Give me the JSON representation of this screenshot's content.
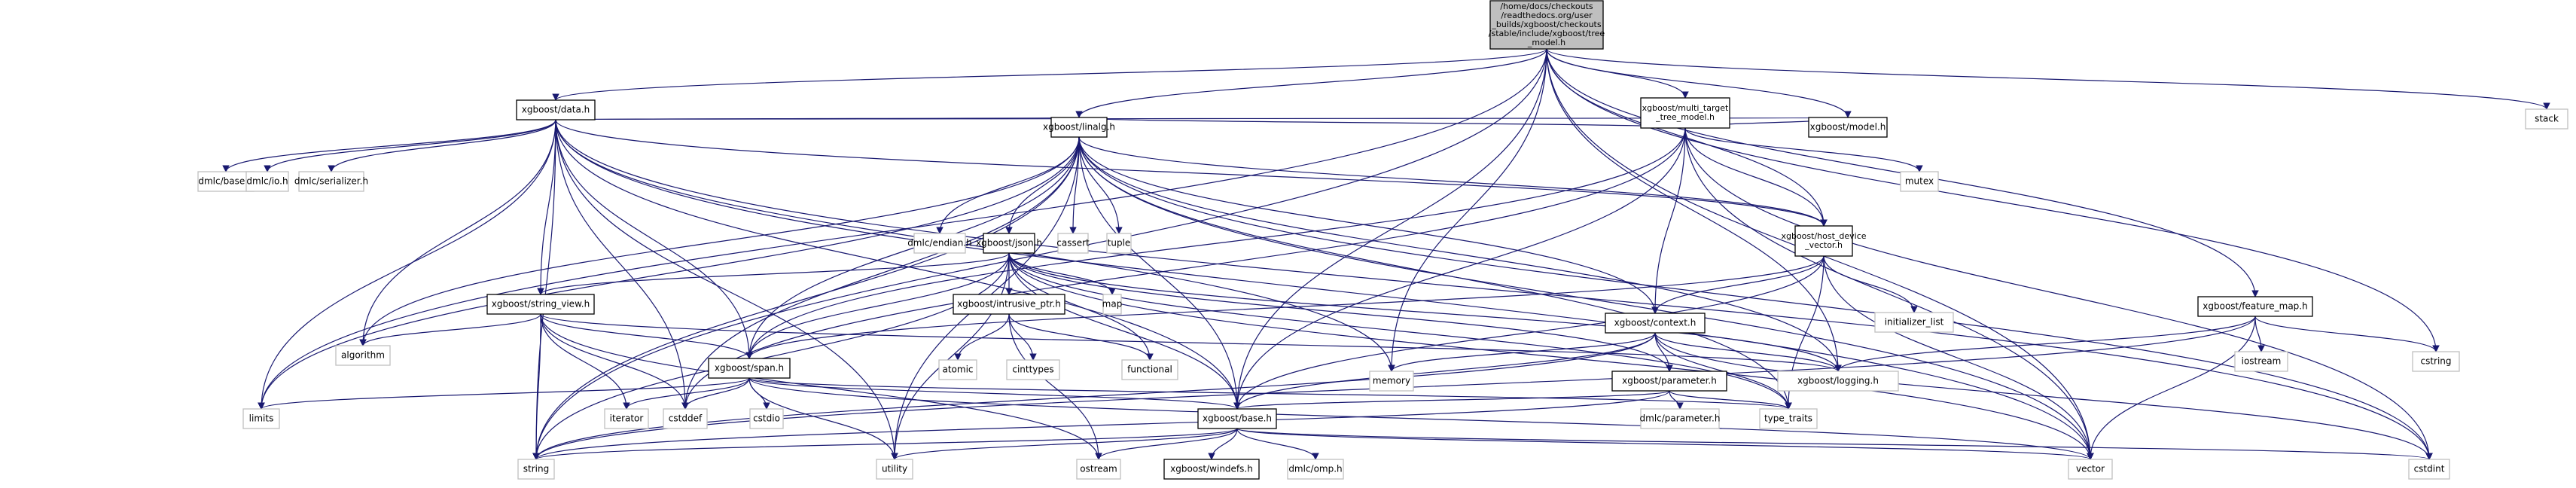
{
  "title": "xgboost/tree_model.h include dependency graph",
  "colors": {
    "edge": "#191970",
    "local_border": "#000000",
    "system_border": "#bfbfbf",
    "root_fill": "#bfbfbf"
  },
  "nodes": [
    {
      "id": "root",
      "label": [
        "/home/docs/checkouts",
        "/readthedocs.org/user",
        "_builds/xgboost/checkouts",
        "/stable/include/xgboost/tree",
        "_model.h"
      ],
      "kind": "root"
    },
    {
      "id": "data",
      "label": [
        "xgboost/data.h"
      ],
      "kind": "local"
    },
    {
      "id": "mttm",
      "label": [
        "xgboost/multi_target",
        "_tree_model.h"
      ],
      "kind": "local"
    },
    {
      "id": "stack",
      "label": [
        "stack"
      ],
      "kind": "system"
    },
    {
      "id": "dmlcbase",
      "label": [
        "dmlc/base.h"
      ],
      "kind": "system"
    },
    {
      "id": "dmlcio",
      "label": [
        "dmlc/io.h"
      ],
      "kind": "system"
    },
    {
      "id": "dmlcser",
      "label": [
        "dmlc/serializer.h"
      ],
      "kind": "system"
    },
    {
      "id": "linalg",
      "label": [
        "xgboost/linalg.h"
      ],
      "kind": "local"
    },
    {
      "id": "mutex",
      "label": [
        "mutex"
      ],
      "kind": "system"
    },
    {
      "id": "model",
      "label": [
        "xgboost/model.h"
      ],
      "kind": "local"
    },
    {
      "id": "endian",
      "label": [
        "dmlc/endian.h"
      ],
      "kind": "system"
    },
    {
      "id": "json",
      "label": [
        "xgboost/json.h"
      ],
      "kind": "local"
    },
    {
      "id": "cassert",
      "label": [
        "cassert"
      ],
      "kind": "system"
    },
    {
      "id": "tuple",
      "label": [
        "tuple"
      ],
      "kind": "system"
    },
    {
      "id": "hdv",
      "label": [
        "xgboost/host_device",
        "_vector.h"
      ],
      "kind": "local"
    },
    {
      "id": "strview",
      "label": [
        "xgboost/string_view.h"
      ],
      "kind": "local"
    },
    {
      "id": "intr",
      "label": [
        "xgboost/intrusive_ptr.h"
      ],
      "kind": "local"
    },
    {
      "id": "map",
      "label": [
        "map"
      ],
      "kind": "system"
    },
    {
      "id": "initlist",
      "label": [
        "initializer_list"
      ],
      "kind": "system"
    },
    {
      "id": "context",
      "label": [
        "xgboost/context.h"
      ],
      "kind": "local"
    },
    {
      "id": "featmap",
      "label": [
        "xgboost/feature_map.h"
      ],
      "kind": "local"
    },
    {
      "id": "algorithm",
      "label": [
        "algorithm"
      ],
      "kind": "system"
    },
    {
      "id": "span",
      "label": [
        "xgboost/span.h"
      ],
      "kind": "local"
    },
    {
      "id": "atomic",
      "label": [
        "atomic"
      ],
      "kind": "system"
    },
    {
      "id": "cinttypes",
      "label": [
        "cinttypes"
      ],
      "kind": "system"
    },
    {
      "id": "functional",
      "label": [
        "functional"
      ],
      "kind": "system"
    },
    {
      "id": "memory",
      "label": [
        "memory"
      ],
      "kind": "system"
    },
    {
      "id": "param",
      "label": [
        "xgboost/parameter.h"
      ],
      "kind": "local"
    },
    {
      "id": "logging",
      "label": [
        "xgboost/logging.h"
      ],
      "kind": "system"
    },
    {
      "id": "iostream",
      "label": [
        "iostream"
      ],
      "kind": "system"
    },
    {
      "id": "cstring",
      "label": [
        "cstring"
      ],
      "kind": "system"
    },
    {
      "id": "limits",
      "label": [
        "limits"
      ],
      "kind": "system"
    },
    {
      "id": "iterator",
      "label": [
        "iterator"
      ],
      "kind": "system"
    },
    {
      "id": "cstddef",
      "label": [
        "cstddef"
      ],
      "kind": "system"
    },
    {
      "id": "cstdio",
      "label": [
        "cstdio"
      ],
      "kind": "system"
    },
    {
      "id": "base",
      "label": [
        "xgboost/base.h"
      ],
      "kind": "local"
    },
    {
      "id": "dmlcparam",
      "label": [
        "dmlc/parameter.h"
      ],
      "kind": "system"
    },
    {
      "id": "typetraits",
      "label": [
        "type_traits"
      ],
      "kind": "system"
    },
    {
      "id": "string",
      "label": [
        "string"
      ],
      "kind": "system"
    },
    {
      "id": "utility",
      "label": [
        "utility"
      ],
      "kind": "system"
    },
    {
      "id": "ostream",
      "label": [
        "ostream"
      ],
      "kind": "system"
    },
    {
      "id": "windefs",
      "label": [
        "xgboost/windefs.h"
      ],
      "kind": "local"
    },
    {
      "id": "omp",
      "label": [
        "dmlc/omp.h"
      ],
      "kind": "system"
    },
    {
      "id": "vector",
      "label": [
        "vector"
      ],
      "kind": "system"
    },
    {
      "id": "cstdint",
      "label": [
        "cstdint"
      ],
      "kind": "system"
    }
  ],
  "edges": [
    [
      "root",
      "data"
    ],
    [
      "root",
      "mttm"
    ],
    [
      "root",
      "stack"
    ],
    [
      "root",
      "linalg"
    ],
    [
      "root",
      "model"
    ],
    [
      "root",
      "featmap"
    ],
    [
      "root",
      "string"
    ],
    [
      "root",
      "limits"
    ],
    [
      "root",
      "memory"
    ],
    [
      "root",
      "cstring"
    ],
    [
      "root",
      "vector"
    ],
    [
      "root",
      "base"
    ],
    [
      "root",
      "logging"
    ],
    [
      "root",
      "hdv"
    ],
    [
      "data",
      "dmlcbase"
    ],
    [
      "data",
      "dmlcio"
    ],
    [
      "data",
      "dmlcser"
    ],
    [
      "data",
      "linalg"
    ],
    [
      "data",
      "strview"
    ],
    [
      "data",
      "span"
    ],
    [
      "data",
      "algorithm"
    ],
    [
      "data",
      "limits"
    ],
    [
      "data",
      "string"
    ],
    [
      "data",
      "utility"
    ],
    [
      "data",
      "memory"
    ],
    [
      "data",
      "vector"
    ],
    [
      "data",
      "hdv"
    ],
    [
      "data",
      "base"
    ],
    [
      "data",
      "cstdint"
    ],
    [
      "data",
      "cstddef"
    ],
    [
      "data",
      "model"
    ],
    [
      "mttm",
      "linalg"
    ],
    [
      "mttm",
      "hdv"
    ],
    [
      "mttm",
      "model"
    ],
    [
      "mttm",
      "mutex"
    ],
    [
      "mttm",
      "context"
    ],
    [
      "mttm",
      "base"
    ],
    [
      "mttm",
      "vector"
    ],
    [
      "mttm",
      "cstdint"
    ],
    [
      "mttm",
      "cstddef"
    ],
    [
      "mttm",
      "span"
    ],
    [
      "linalg",
      "endian"
    ],
    [
      "linalg",
      "json"
    ],
    [
      "linalg",
      "cassert"
    ],
    [
      "linalg",
      "tuple"
    ],
    [
      "linalg",
      "hdv"
    ],
    [
      "linalg",
      "context"
    ],
    [
      "linalg",
      "span"
    ],
    [
      "linalg",
      "base"
    ],
    [
      "linalg",
      "algorithm"
    ],
    [
      "linalg",
      "limits"
    ],
    [
      "linalg",
      "string"
    ],
    [
      "linalg",
      "utility"
    ],
    [
      "linalg",
      "cstddef"
    ],
    [
      "linalg",
      "cstdint"
    ],
    [
      "linalg",
      "vector"
    ],
    [
      "linalg",
      "typetraits"
    ],
    [
      "linalg",
      "logging"
    ],
    [
      "json",
      "strview"
    ],
    [
      "json",
      "intr"
    ],
    [
      "json",
      "map"
    ],
    [
      "json",
      "functional"
    ],
    [
      "json",
      "span"
    ],
    [
      "json",
      "param"
    ],
    [
      "json",
      "logging"
    ],
    [
      "json",
      "typetraits"
    ],
    [
      "json",
      "vector"
    ],
    [
      "json",
      "utility"
    ],
    [
      "json",
      "string"
    ],
    [
      "json",
      "base"
    ],
    [
      "hdv",
      "context"
    ],
    [
      "hdv",
      "initlist"
    ],
    [
      "hdv",
      "span"
    ],
    [
      "hdv",
      "vector"
    ],
    [
      "hdv",
      "typetraits"
    ],
    [
      "hdv",
      "base"
    ],
    [
      "strview",
      "algorithm"
    ],
    [
      "strview",
      "span"
    ],
    [
      "strview",
      "iterator"
    ],
    [
      "strview",
      "cstddef"
    ],
    [
      "strview",
      "string"
    ],
    [
      "strview",
      "ostream"
    ],
    [
      "strview",
      "logging"
    ],
    [
      "intr",
      "atomic"
    ],
    [
      "intr",
      "cinttypes"
    ],
    [
      "intr",
      "functional"
    ],
    [
      "intr",
      "ostream"
    ],
    [
      "context",
      "memory"
    ],
    [
      "context",
      "param"
    ],
    [
      "context",
      "logging"
    ],
    [
      "context",
      "base"
    ],
    [
      "context",
      "string"
    ],
    [
      "context",
      "typetraits"
    ],
    [
      "context",
      "cstdint"
    ],
    [
      "featmap",
      "logging"
    ],
    [
      "featmap",
      "iostream"
    ],
    [
      "featmap",
      "cstring"
    ],
    [
      "featmap",
      "vector"
    ],
    [
      "featmap",
      "string"
    ],
    [
      "span",
      "limits"
    ],
    [
      "span",
      "iterator"
    ],
    [
      "span",
      "cstddef"
    ],
    [
      "span",
      "cstdio"
    ],
    [
      "span",
      "base"
    ],
    [
      "span",
      "utility"
    ],
    [
      "span",
      "typetraits"
    ],
    [
      "span",
      "vector"
    ],
    [
      "param",
      "dmlcparam"
    ],
    [
      "param",
      "typetraits"
    ],
    [
      "param",
      "string"
    ],
    [
      "param",
      "base"
    ],
    [
      "base",
      "string"
    ],
    [
      "base",
      "utility"
    ],
    [
      "base",
      "ostream"
    ],
    [
      "base",
      "windefs"
    ],
    [
      "base",
      "omp"
    ],
    [
      "base",
      "vector"
    ],
    [
      "base",
      "cstdint"
    ]
  ]
}
